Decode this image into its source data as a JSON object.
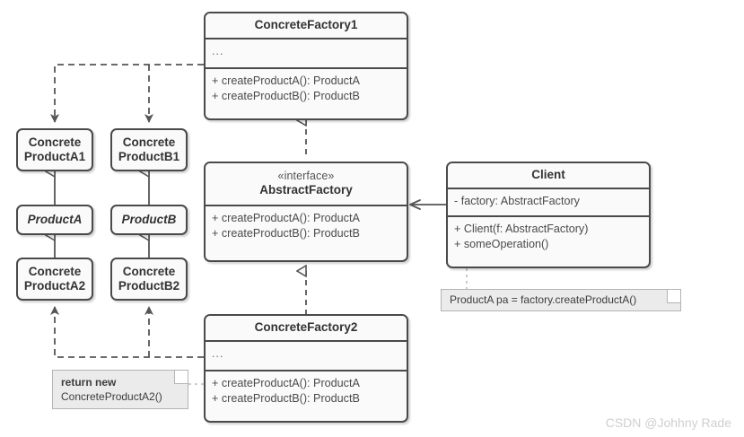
{
  "diagram": {
    "title": "Abstract Factory UML class diagram",
    "watermark": "CSDN @Johhny Rade",
    "colors": {
      "box_border": "#4a4a4a",
      "box_fill": "#fafafa",
      "note_fill": "#ebebeb",
      "note_border": "#b4b4b4",
      "line": "#555555",
      "dotted_link": "#bdbdbd",
      "watermark": "#cfcfcf"
    }
  },
  "classes": {
    "concrete_factory_1": {
      "name": "ConcreteFactory1",
      "attributes": [
        "..."
      ],
      "operations": [
        "+ createProductA(): ProductA",
        "+ createProductB(): ProductB"
      ]
    },
    "abstract_factory": {
      "stereotype": "«interface»",
      "name": "AbstractFactory",
      "operations": [
        "+ createProductA(): ProductA",
        "+ createProductB(): ProductB"
      ]
    },
    "concrete_factory_2": {
      "name": "ConcreteFactory2",
      "attributes": [
        "..."
      ],
      "operations": [
        "+ createProductA(): ProductA",
        "+ createProductB(): ProductB"
      ]
    },
    "client": {
      "name": "Client",
      "attributes": [
        "- factory: AbstractFactory"
      ],
      "operations": [
        "+ Client(f: AbstractFactory)",
        "+ someOperation()"
      ]
    }
  },
  "products": {
    "concrete_product_a1": {
      "line1": "Concrete",
      "line2": "ProductA1",
      "abstract": false
    },
    "concrete_product_b1": {
      "line1": "Concrete",
      "line2": "ProductB1",
      "abstract": false
    },
    "product_a": {
      "line1": "ProductA",
      "line2": "",
      "abstract": true
    },
    "product_b": {
      "line1": "ProductB",
      "line2": "",
      "abstract": true
    },
    "concrete_product_a2": {
      "line1": "Concrete",
      "line2": "ProductA2",
      "abstract": false
    },
    "concrete_product_b2": {
      "line1": "Concrete",
      "line2": "ProductB2",
      "abstract": false
    }
  },
  "notes": {
    "factory_note": {
      "line1": "return new",
      "line2": "ConcreteProductA2()"
    },
    "client_note": {
      "text": "ProductA pa = factory.createProductA()"
    }
  }
}
